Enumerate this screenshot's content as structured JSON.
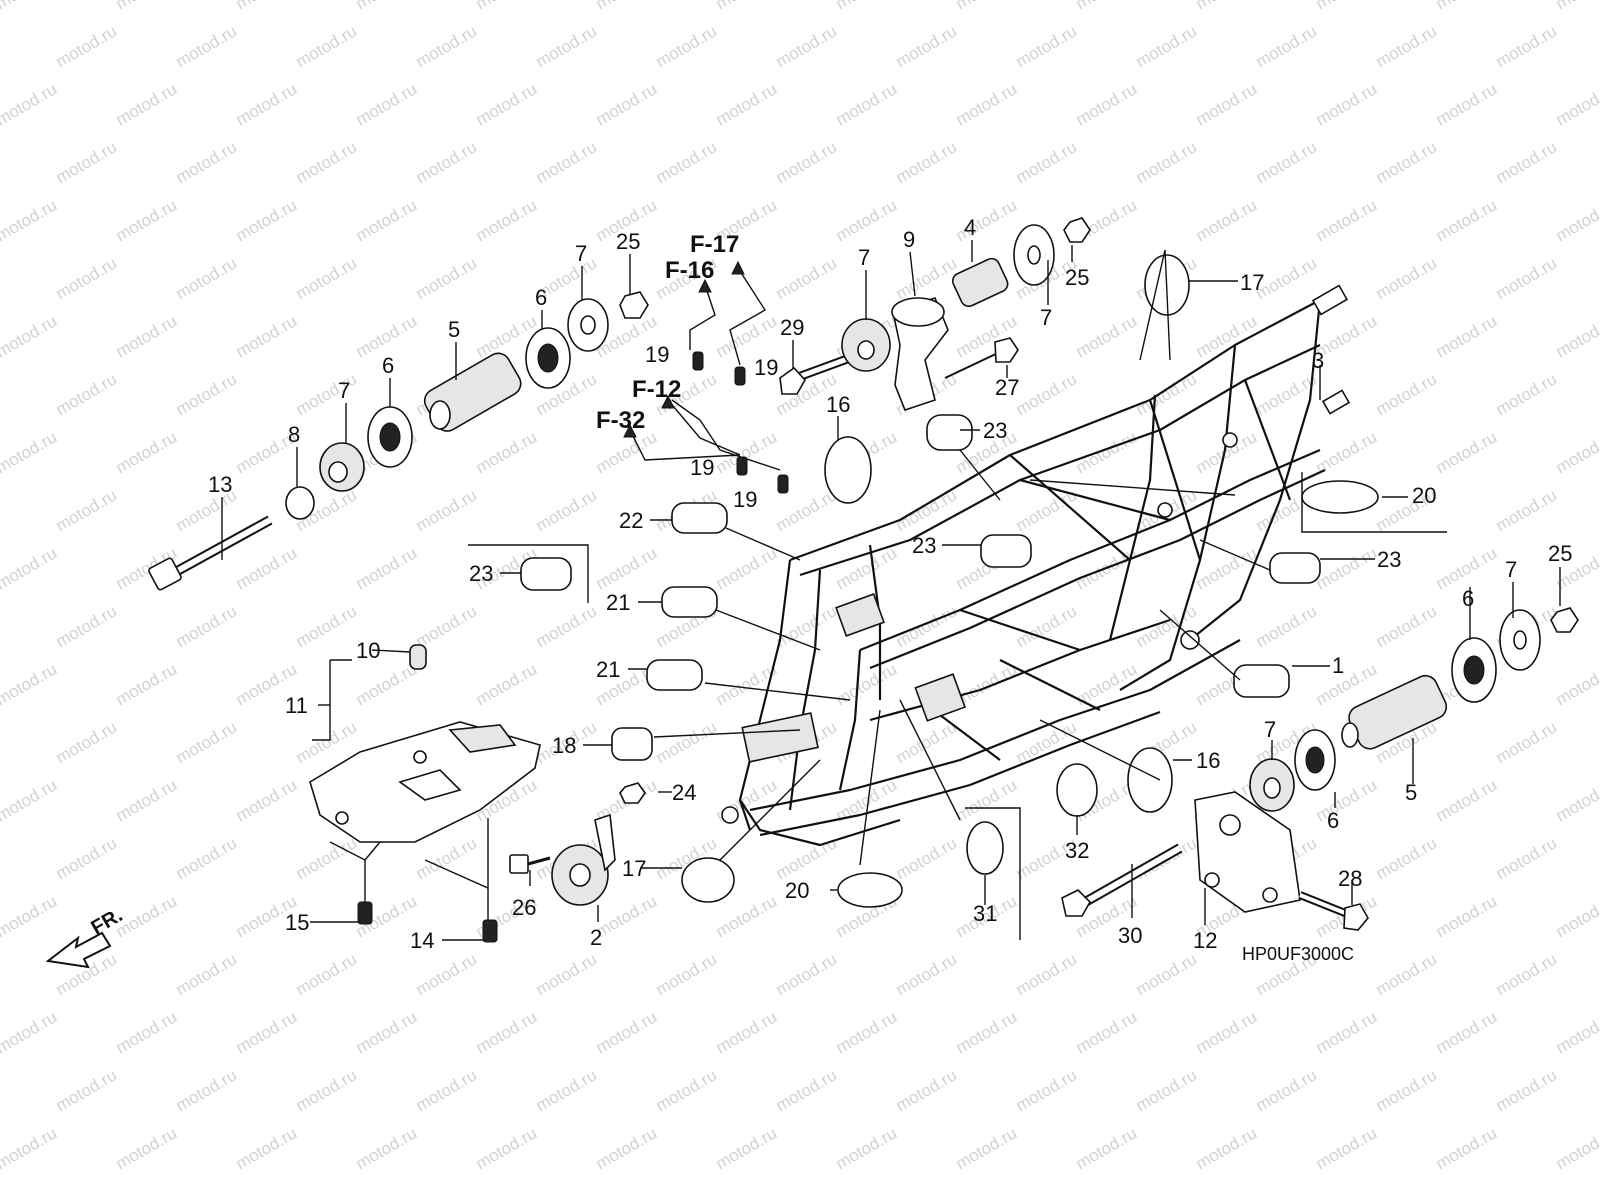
{
  "watermark": {
    "text": "motod.ru",
    "color": "#d2d2d2"
  },
  "diagram_code": "HP0UF3000C",
  "front_indicator": "FR.",
  "references": [
    "F-17",
    "F-16",
    "F-12",
    "F-32"
  ],
  "callouts": [
    {
      "id": "c1",
      "n": "1"
    },
    {
      "id": "c2",
      "n": "2"
    },
    {
      "id": "c3",
      "n": "3"
    },
    {
      "id": "c4",
      "n": "4"
    },
    {
      "id": "c5a",
      "n": "5"
    },
    {
      "id": "c5b",
      "n": "5"
    },
    {
      "id": "c6a",
      "n": "6"
    },
    {
      "id": "c6b",
      "n": "6"
    },
    {
      "id": "c6c",
      "n": "6"
    },
    {
      "id": "c6d",
      "n": "6"
    },
    {
      "id": "c7a",
      "n": "7"
    },
    {
      "id": "c7b",
      "n": "7"
    },
    {
      "id": "c7c",
      "n": "7"
    },
    {
      "id": "c7d",
      "n": "7"
    },
    {
      "id": "c7e",
      "n": "7"
    },
    {
      "id": "c7f",
      "n": "7"
    },
    {
      "id": "c8",
      "n": "8"
    },
    {
      "id": "c9",
      "n": "9"
    },
    {
      "id": "c10",
      "n": "10"
    },
    {
      "id": "c11",
      "n": "11"
    },
    {
      "id": "c12",
      "n": "12"
    },
    {
      "id": "c13",
      "n": "13"
    },
    {
      "id": "c14",
      "n": "14"
    },
    {
      "id": "c15",
      "n": "15"
    },
    {
      "id": "c16a",
      "n": "16"
    },
    {
      "id": "c16b",
      "n": "16"
    },
    {
      "id": "c17a",
      "n": "17"
    },
    {
      "id": "c17b",
      "n": "17"
    },
    {
      "id": "c18",
      "n": "18"
    },
    {
      "id": "c19a",
      "n": "19"
    },
    {
      "id": "c19b",
      "n": "19"
    },
    {
      "id": "c19c",
      "n": "19"
    },
    {
      "id": "c19d",
      "n": "19"
    },
    {
      "id": "c20a",
      "n": "20"
    },
    {
      "id": "c20b",
      "n": "20"
    },
    {
      "id": "c21a",
      "n": "21"
    },
    {
      "id": "c21b",
      "n": "21"
    },
    {
      "id": "c22",
      "n": "22"
    },
    {
      "id": "c23a",
      "n": "23"
    },
    {
      "id": "c23b",
      "n": "23"
    },
    {
      "id": "c23c",
      "n": "23"
    },
    {
      "id": "c23d",
      "n": "23"
    },
    {
      "id": "c24",
      "n": "24"
    },
    {
      "id": "c25a",
      "n": "25"
    },
    {
      "id": "c25b",
      "n": "25"
    },
    {
      "id": "c25c",
      "n": "25"
    },
    {
      "id": "c26",
      "n": "26"
    },
    {
      "id": "c27",
      "n": "27"
    },
    {
      "id": "c28",
      "n": "28"
    },
    {
      "id": "c29",
      "n": "29"
    },
    {
      "id": "c30",
      "n": "30"
    },
    {
      "id": "c31",
      "n": "31"
    },
    {
      "id": "c32",
      "n": "32"
    }
  ]
}
